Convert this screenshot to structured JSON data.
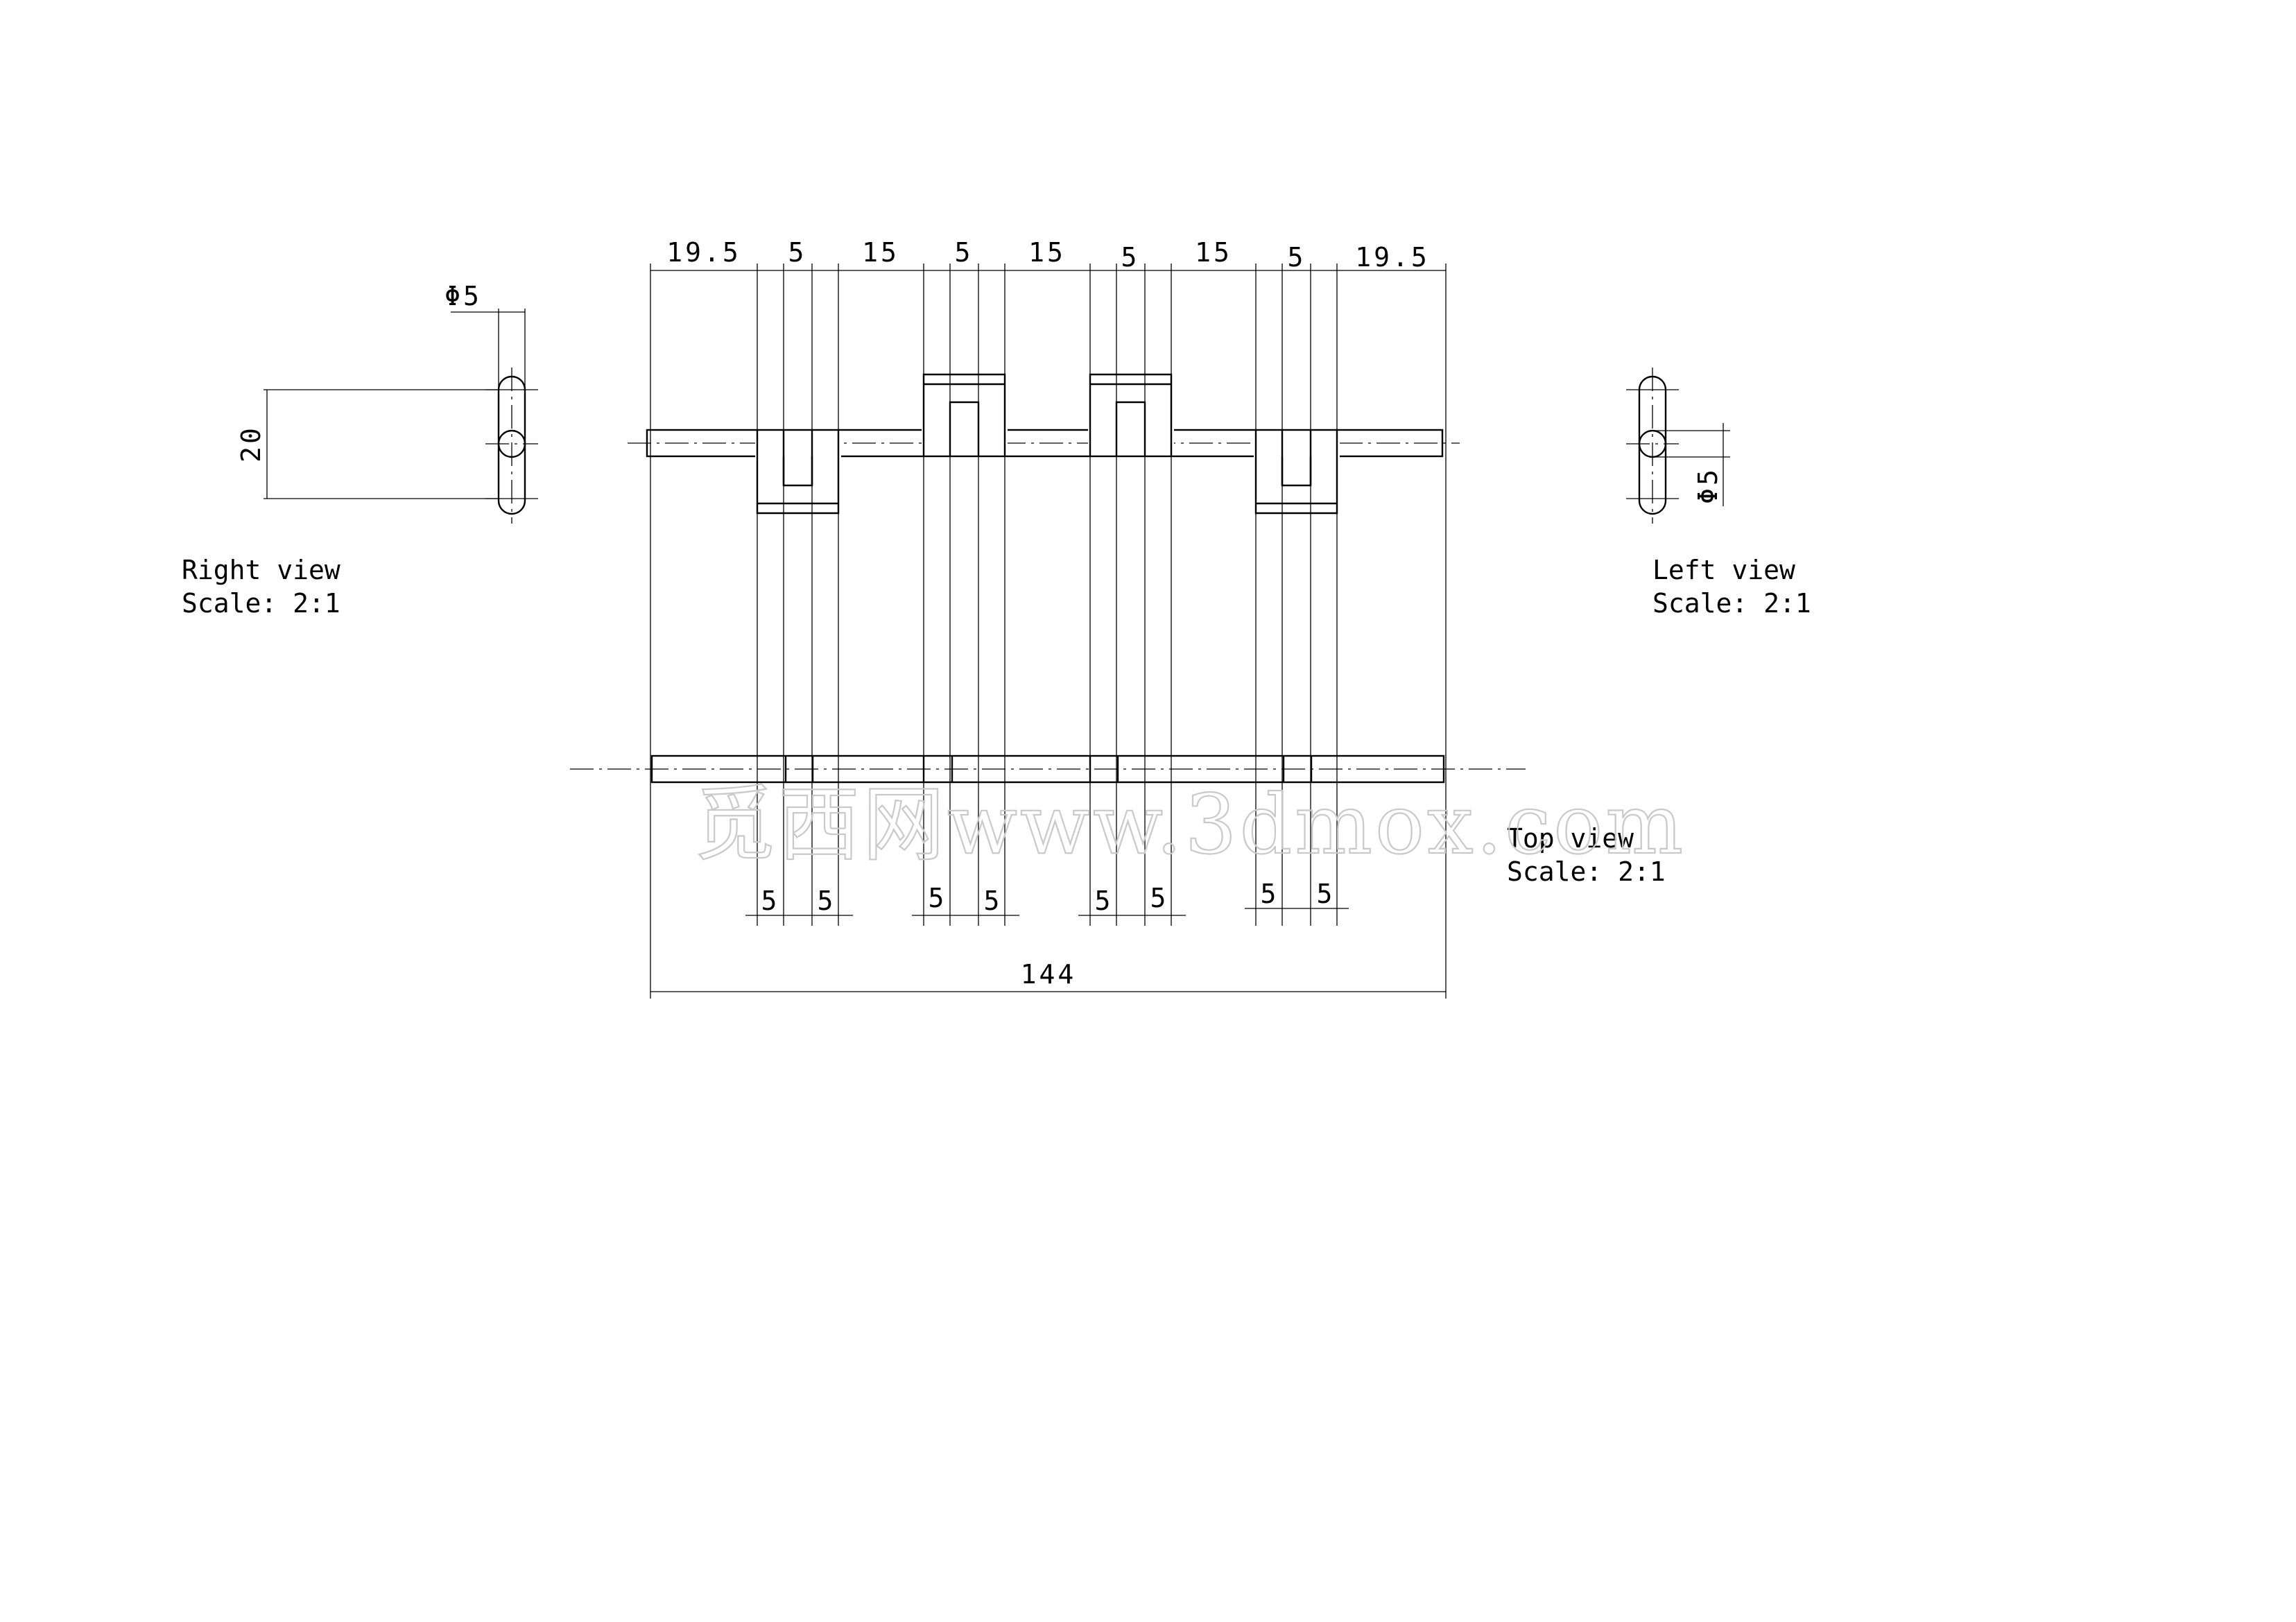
{
  "front_view": {
    "top_dims": [
      "19.5",
      "5",
      "15",
      "5",
      "15",
      "5",
      "15",
      "5",
      "19.5"
    ],
    "overall_dim": "144"
  },
  "top_view": {
    "bottom_dims": [
      "5",
      "5",
      "5",
      "5",
      "5",
      "5",
      "5",
      "5"
    ],
    "caption_line1": "Top view",
    "caption_line2": "Scale:  2:1"
  },
  "right_view": {
    "dia_label": "Φ5",
    "height_label": "20",
    "caption_line1": "Right view",
    "caption_line2": "Scale:  2:1"
  },
  "left_view": {
    "dia_label": "Φ5",
    "caption_line1": "Left view",
    "caption_line2": "Scale:  2:1"
  },
  "watermark": "觅西网www.3dmox.com"
}
